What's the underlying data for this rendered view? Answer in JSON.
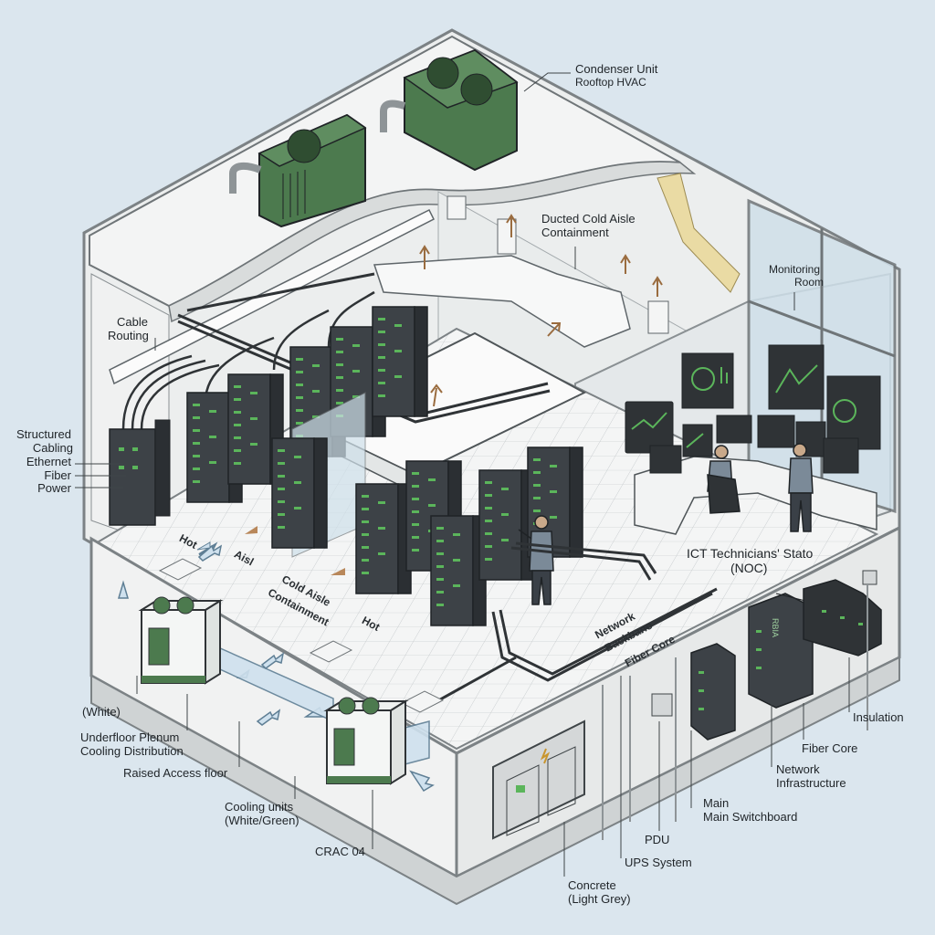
{
  "labels": {
    "condenser_title": "Condenser Unit",
    "condenser_sub": "Rooftop HVAC",
    "ducted_1": "Ducted Cold Aisle",
    "ducted_2": "Containment",
    "cable_1": "Cable",
    "cable_2": "Routing",
    "structured_1": "Structured",
    "structured_2": "Cabling",
    "ethernet": "Ethernet",
    "fiber": "Fiber",
    "power": "Power",
    "monitoring_1": "Monitoring",
    "monitoring_2": "Room",
    "ict_1": "ICT Technicians' Stato",
    "ict_2": "(NOC)",
    "hot_1": "Hot",
    "aisl": "Aisl",
    "cold_aisle_1": "Cold Aisle",
    "cold_aisle_2": "Containment",
    "hot_2": "Hot",
    "network_1": "Network",
    "network_2": "Backbano",
    "fiber_core_floor": "Fiber Core",
    "white": "(White)",
    "underfloor_1": "Underfloor Plenum",
    "underfloor_2": "Cooling Distribution",
    "raised": "Raised Access floor",
    "cooling_1": "Cooling units",
    "cooling_2": "(White/Green)",
    "crac": "CRAC 04",
    "concrete_1": "Concrete",
    "concrete_2": "(Light Grey)",
    "ups": "UPS System",
    "pdu": "PDU",
    "main_1": "Main",
    "main_2": "Main Switchboard",
    "netinfra_1": "Network",
    "netinfra_2": "Infrastructure",
    "fiber_core": "Fiber Core",
    "insulation": "Insulation",
    "rack_tag": "RBIA"
  },
  "colors": {
    "background": "#dbe6ee",
    "hvac_green": "#4c7a4e",
    "rack_dark": "#3d4247",
    "led_green": "#5bb55b",
    "floor_white": "#f4f5f5",
    "wall_grey": "#e6e8e8"
  }
}
